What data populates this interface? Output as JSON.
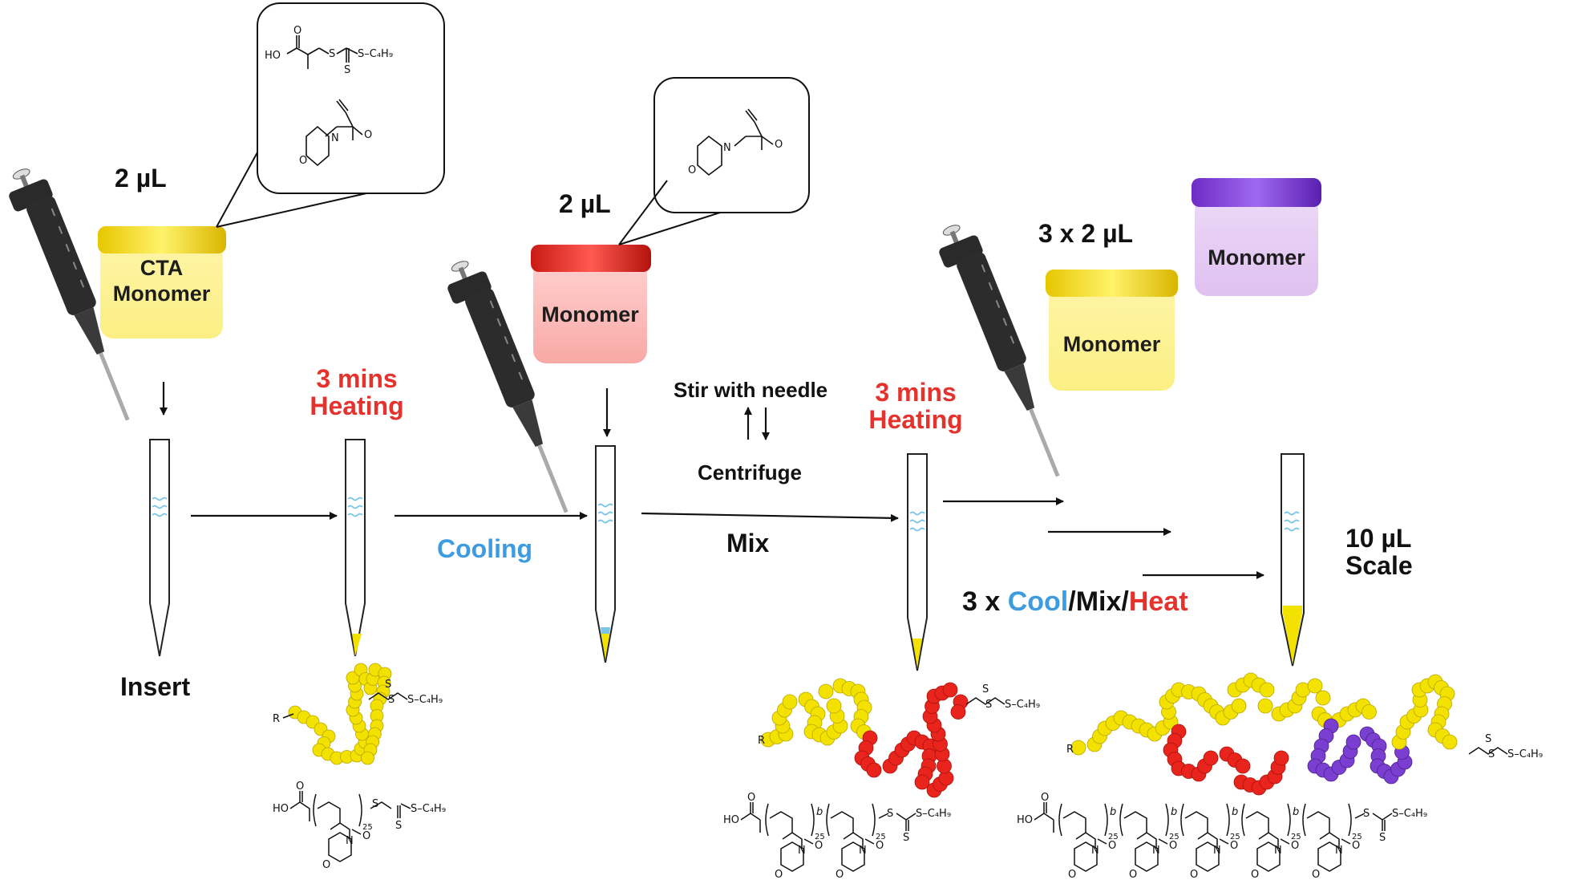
{
  "vol_2ul_a": "2 µL",
  "vol_2ul_b": "2 µL",
  "vol_3x2ul": "3 x 2 µL",
  "jar1_line1": "CTA",
  "jar1_line2": "Monomer",
  "jar2_label": "Monomer",
  "jar3_label": "Monomer",
  "jar4_label": "Monomer",
  "heat1_time": "3 mins",
  "heat1_word": "Heating",
  "heat2_time": "3 mins",
  "heat2_word": "Heating",
  "insert": "Insert",
  "cooling": "Cooling",
  "stir": "Stir with needle",
  "centrifuge": "Centrifuge",
  "mix": "Mix",
  "cycle_prefix": "3 x ",
  "cycle_cool": "Cool",
  "cycle_sep1": "/Mix/",
  "cycle_heat": "Heat",
  "scale_line1": "10 µL",
  "scale_line2": "Scale",
  "chem": {
    "HO": "HO",
    "S": "S",
    "C4H9": "S–C₄H₉",
    "N": "N",
    "O": "O",
    "R": "R",
    "n25": "25",
    "b": "b"
  },
  "colors": {
    "yellow": "#f3e100",
    "red": "#e8241c",
    "purple": "#7a3fd0",
    "heating": "#e5322d",
    "cooling": "#3d9be0",
    "water": "#7cc4e6"
  }
}
